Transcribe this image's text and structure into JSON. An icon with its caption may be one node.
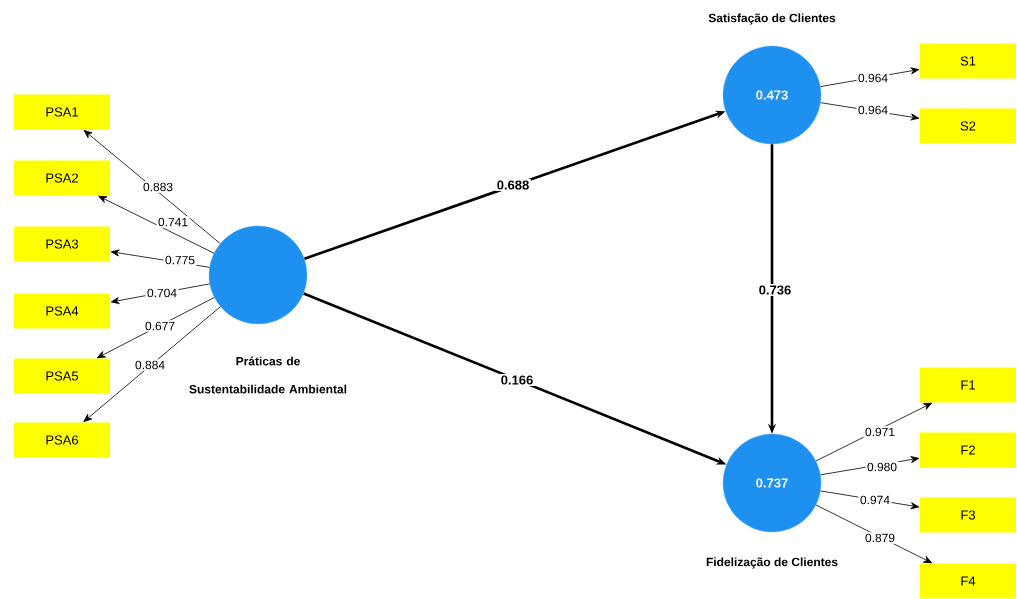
{
  "diagram": {
    "nodes": [
      {
        "text": [
          "Satisfação de Clientes",
          "0.473"
        ]
      },
      {
        "text": [
          "S1"
        ]
      },
      {
        "text": [
          "S2"
        ]
      },
      {
        "text": [
          "PSA1"
        ]
      },
      {
        "text": [
          "PSA2"
        ]
      },
      {
        "text": [
          "PSA3"
        ]
      },
      {
        "text": [
          "PSA4"
        ]
      },
      {
        "text": [
          "PSA5"
        ]
      },
      {
        "text": [
          "PSA6"
        ]
      },
      {
        "text": [
          "Práticas de Sustentabilidade Ambiental"
        ]
      },
      {
        "text": [
          "F1"
        ]
      },
      {
        "text": [
          "F2"
        ]
      },
      {
        "text": [
          "F3"
        ]
      },
      {
        "text": [
          "F4"
        ]
      },
      {
        "text": [
          "0.737",
          "Fidelização de Clientes"
        ]
      }
    ],
    "edges": [
      {
        "from": 9,
        "to": 0,
        "arrow": "to",
        "label": "0.688",
        "style": "thick"
      },
      {
        "from": 9,
        "to": 14,
        "arrow": "to",
        "label": "0.166",
        "style": "thick"
      },
      {
        "from": 0,
        "to": 14,
        "arrow": "to",
        "label": "0.736",
        "style": "thick"
      },
      {
        "from": 0,
        "to": 1,
        "arrow": "to",
        "label": "0.964"
      },
      {
        "from": 0,
        "to": 2,
        "arrow": "to",
        "label": "0.964"
      },
      {
        "from": 9,
        "to": 3,
        "arrow": "to",
        "label": "0.883"
      },
      {
        "from": 9,
        "to": 4,
        "arrow": "to",
        "label": "0.741"
      },
      {
        "from": 9,
        "to": 5,
        "arrow": "to",
        "label": "0.775"
      },
      {
        "from": 9,
        "to": 6,
        "arrow": "to",
        "label": "0.704"
      },
      {
        "from": 9,
        "to": 7,
        "arrow": "to",
        "label": "0.677"
      },
      {
        "from": 9,
        "to": 8,
        "arrow": "to",
        "label": "0.884"
      },
      {
        "from": 14,
        "to": 10,
        "arrow": "to",
        "label": "0.971"
      },
      {
        "from": 14,
        "to": 11,
        "arrow": "to",
        "label": "0.980"
      },
      {
        "from": 14,
        "to": 12,
        "arrow": "to",
        "label": "0.974"
      },
      {
        "from": 14,
        "to": 13,
        "arrow": "to",
        "label": "0.879"
      }
    ]
  }
}
